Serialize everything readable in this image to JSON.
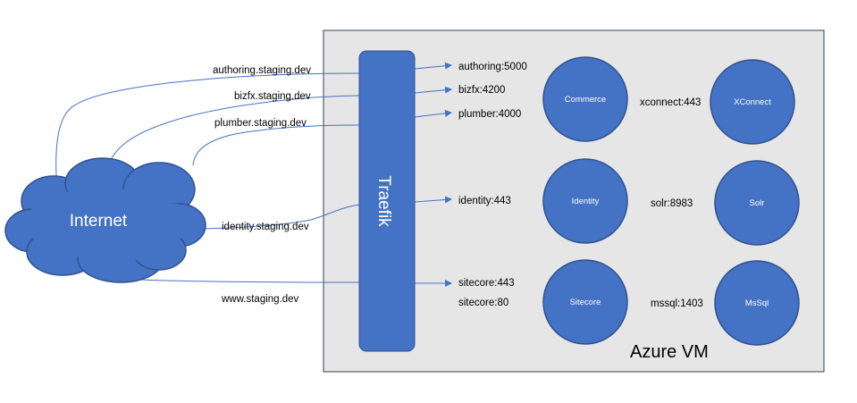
{
  "colors": {
    "vm_fill": "#e7e6e6",
    "vm_stroke": "#2f3f5a",
    "node_fill": "#4472c4",
    "node_stroke": "#2f528f",
    "line": "#4472c4"
  },
  "internet": {
    "label": "Internet",
    "icon": "cloud-icon"
  },
  "vm": {
    "label": "Azure VM"
  },
  "proxy": {
    "label": "Traefik"
  },
  "hostnames": {
    "authoring": "authoring.staging.dev",
    "bizfx": "bizfx.staging.dev",
    "plumber": "plumber.staging.dev",
    "identity": "identity.staging.dev",
    "www": "www.staging.dev"
  },
  "routes": {
    "authoring": "authoring:5000",
    "bizfx": "bizfx:4200",
    "plumber": "plumber:4000",
    "identity": "identity:443",
    "sitecore_https": "sitecore:443",
    "sitecore_http": "sitecore:80"
  },
  "services": {
    "commerce": "Commerce",
    "xconnect": "XConnect",
    "identity": "Identity",
    "solr": "Solr",
    "sitecore": "Sitecore",
    "mssql": "MsSql"
  },
  "links": {
    "xconnect": "xconnect:443",
    "solr": "solr:8983",
    "mssql": "mssql:1403"
  }
}
